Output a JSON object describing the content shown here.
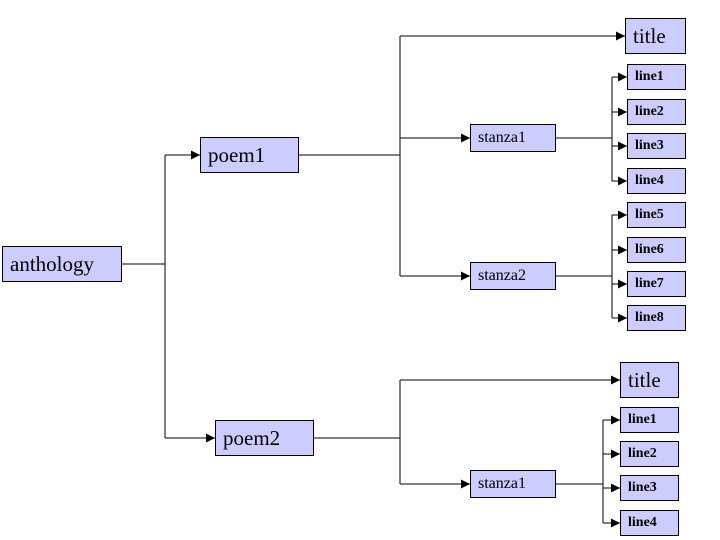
{
  "diagram": {
    "type": "tree",
    "orientation": "left-to-right",
    "colors": {
      "node_fill": "#ccccff",
      "node_border": "#000000",
      "connector": "#000000",
      "background": "#ffffff"
    },
    "tree": {
      "anthology": {
        "poem1": {
          "title": {},
          "stanza1": {
            "lines": [
              "line1",
              "line2",
              "line3",
              "line4"
            ]
          },
          "stanza2": {
            "lines": [
              "line5",
              "line6",
              "line7",
              "line8"
            ]
          }
        },
        "poem2": {
          "title": {},
          "stanza1": {
            "lines": [
              "line1",
              "line2",
              "line3",
              "line4"
            ]
          }
        }
      }
    }
  },
  "nodes": {
    "anthology": "anthology",
    "poem1": "poem1",
    "poem2": "poem2",
    "poem1_title": "title",
    "poem1_stanza1": "stanza1",
    "poem1_stanza2": "stanza2",
    "poem1_s1_line1": "line1",
    "poem1_s1_line2": "line2",
    "poem1_s1_line3": "line3",
    "poem1_s1_line4": "line4",
    "poem1_s2_line5": "line5",
    "poem1_s2_line6": "line6",
    "poem1_s2_line7": "line7",
    "poem1_s2_line8": "line8",
    "poem2_title": "title",
    "poem2_stanza1": "stanza1",
    "poem2_s1_line1": "line1",
    "poem2_s1_line2": "line2",
    "poem2_s1_line3": "line3",
    "poem2_s1_line4": "line4"
  }
}
